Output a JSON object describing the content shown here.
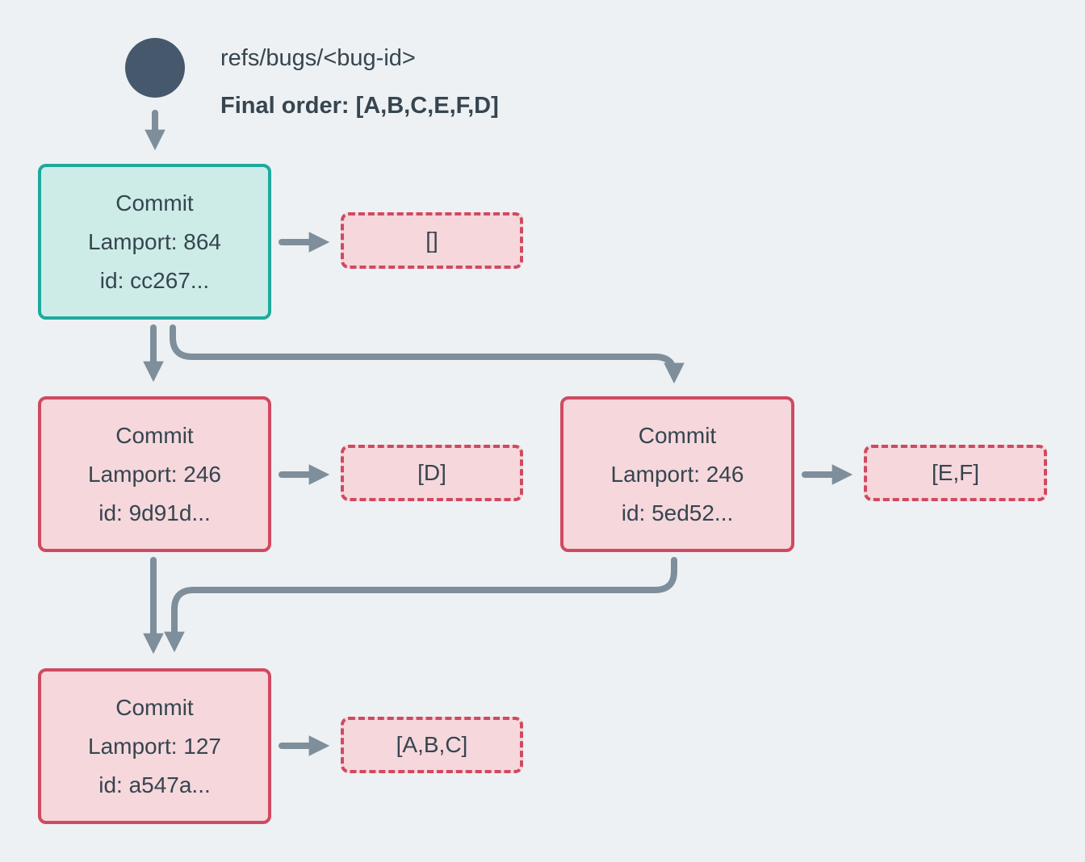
{
  "ref": {
    "label": "refs/bugs/<bug-id>",
    "final_order_label": "Final order: [A,B,C,E,F,D]"
  },
  "commits": [
    {
      "title": "Commit",
      "lamport": "Lamport: 864",
      "id": "id: cc267...",
      "is_head": true,
      "operations_ref": "[]"
    },
    {
      "title": "Commit",
      "lamport": "Lamport: 246",
      "id": "id: 9d91d...",
      "is_head": false,
      "operations_ref": "[D]"
    },
    {
      "title": "Commit",
      "lamport": "Lamport: 246",
      "id": "id: 5ed52...",
      "is_head": false,
      "operations_ref": "[E,F]"
    },
    {
      "title": "Commit",
      "lamport": "Lamport: 127",
      "id": "id: a547a...",
      "is_head": false,
      "operations_ref": "[A,B,C]"
    }
  ],
  "operations": [
    {
      "label": "[]"
    },
    {
      "label": "[D]"
    },
    {
      "label": "[E,F]"
    },
    {
      "label": "[A,B,C]"
    }
  ],
  "colors": {
    "background": "#edf1f4",
    "head_commit_border": "#1fa99e",
    "head_commit_fill": "#cdece8",
    "commit_border": "#cf4a60",
    "commit_fill": "#f5d7dc",
    "arrow": "#7e8e9b",
    "ref_node": "#46586b",
    "text": "#36454f"
  }
}
